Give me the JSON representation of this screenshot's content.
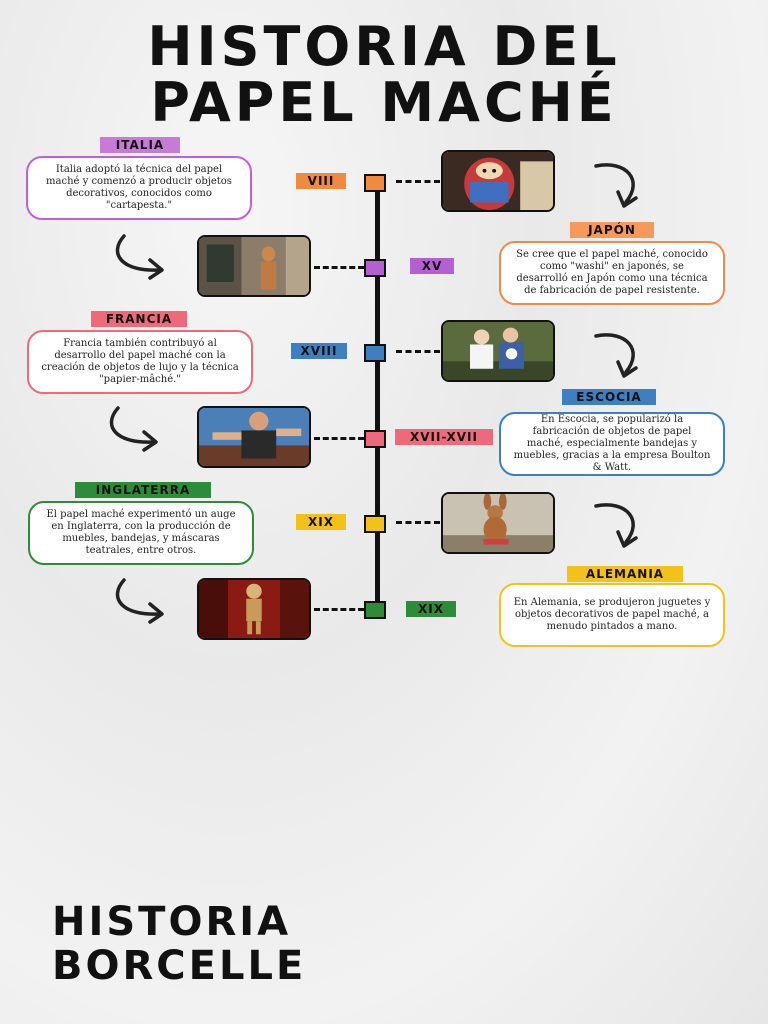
{
  "title": {
    "line1": "HISTORIA DEL",
    "line2": "PAPEL MACHÉ"
  },
  "footer": {
    "line1": "HISTORIA",
    "line2": "BORCELLE"
  },
  "events": [
    {
      "century": "VIII",
      "country": "ITALIA",
      "color": "#f08a3c",
      "tag_color": "#c77bd6",
      "card_border": "#c25fd8",
      "text": "Italia adoptó la técnica del papel maché y comenzó a producir objetos decorativos, conocidos como \"cartapesta.\"",
      "image": "daruma-doll-photo"
    },
    {
      "century": "XV",
      "country": "JAPÓN",
      "color": "#b45fd2",
      "tag_color": "#f59a5a",
      "card_border": "#f08a48",
      "text": "Se cree que el papel maché, conocido como \"washi\" en japonés, se desarrolló en Japón como una técnica de fabricación de papel resistente.",
      "image": "street-figure-photo"
    },
    {
      "century": "XVIII",
      "country": "FRANCIA",
      "color": "#3d7fc0",
      "tag_color": "#ee6a7a",
      "card_border": "#ee6a7a",
      "text": "Francia también contribuyó al desarrollo del papel maché con la creación de objetos de lujo y la técnica \"papier-mâché.\"",
      "image": "giant-figures-photo"
    },
    {
      "century": "XVII-XVII",
      "country": "ESCOCIA",
      "color": "#ee6a7a",
      "tag_color": "#3d7fc0",
      "card_border": "#3d7fc0",
      "text": "En Escocia, se popularizó la fabricación de objetos de papel maché, especialmente bandejas y muebles, gracias a la empresa Boulton & Watt.",
      "image": "carnival-figure-photo"
    },
    {
      "century": "XIX",
      "country": "INGLATERRA",
      "color": "#f2c21a",
      "tag_color": "#2e8b3a",
      "card_border": "#2e8b3a",
      "text": "El papel maché experimentó un auge en Inglaterra, con la producción de muebles, bandejas, y máscaras teatrales, entre otros.",
      "image": "rabbit-figure-photo"
    },
    {
      "century": "XIX",
      "country": "ALEMANIA",
      "color": "#2e8b3a",
      "tag_color": "#f2c21a",
      "card_border": "#f2c21a",
      "text": "En Alemania, se produjeron juguetes y objetos decorativos de papel maché, a menudo pintados a mano.",
      "image": "skeleton-figure-photo"
    }
  ]
}
